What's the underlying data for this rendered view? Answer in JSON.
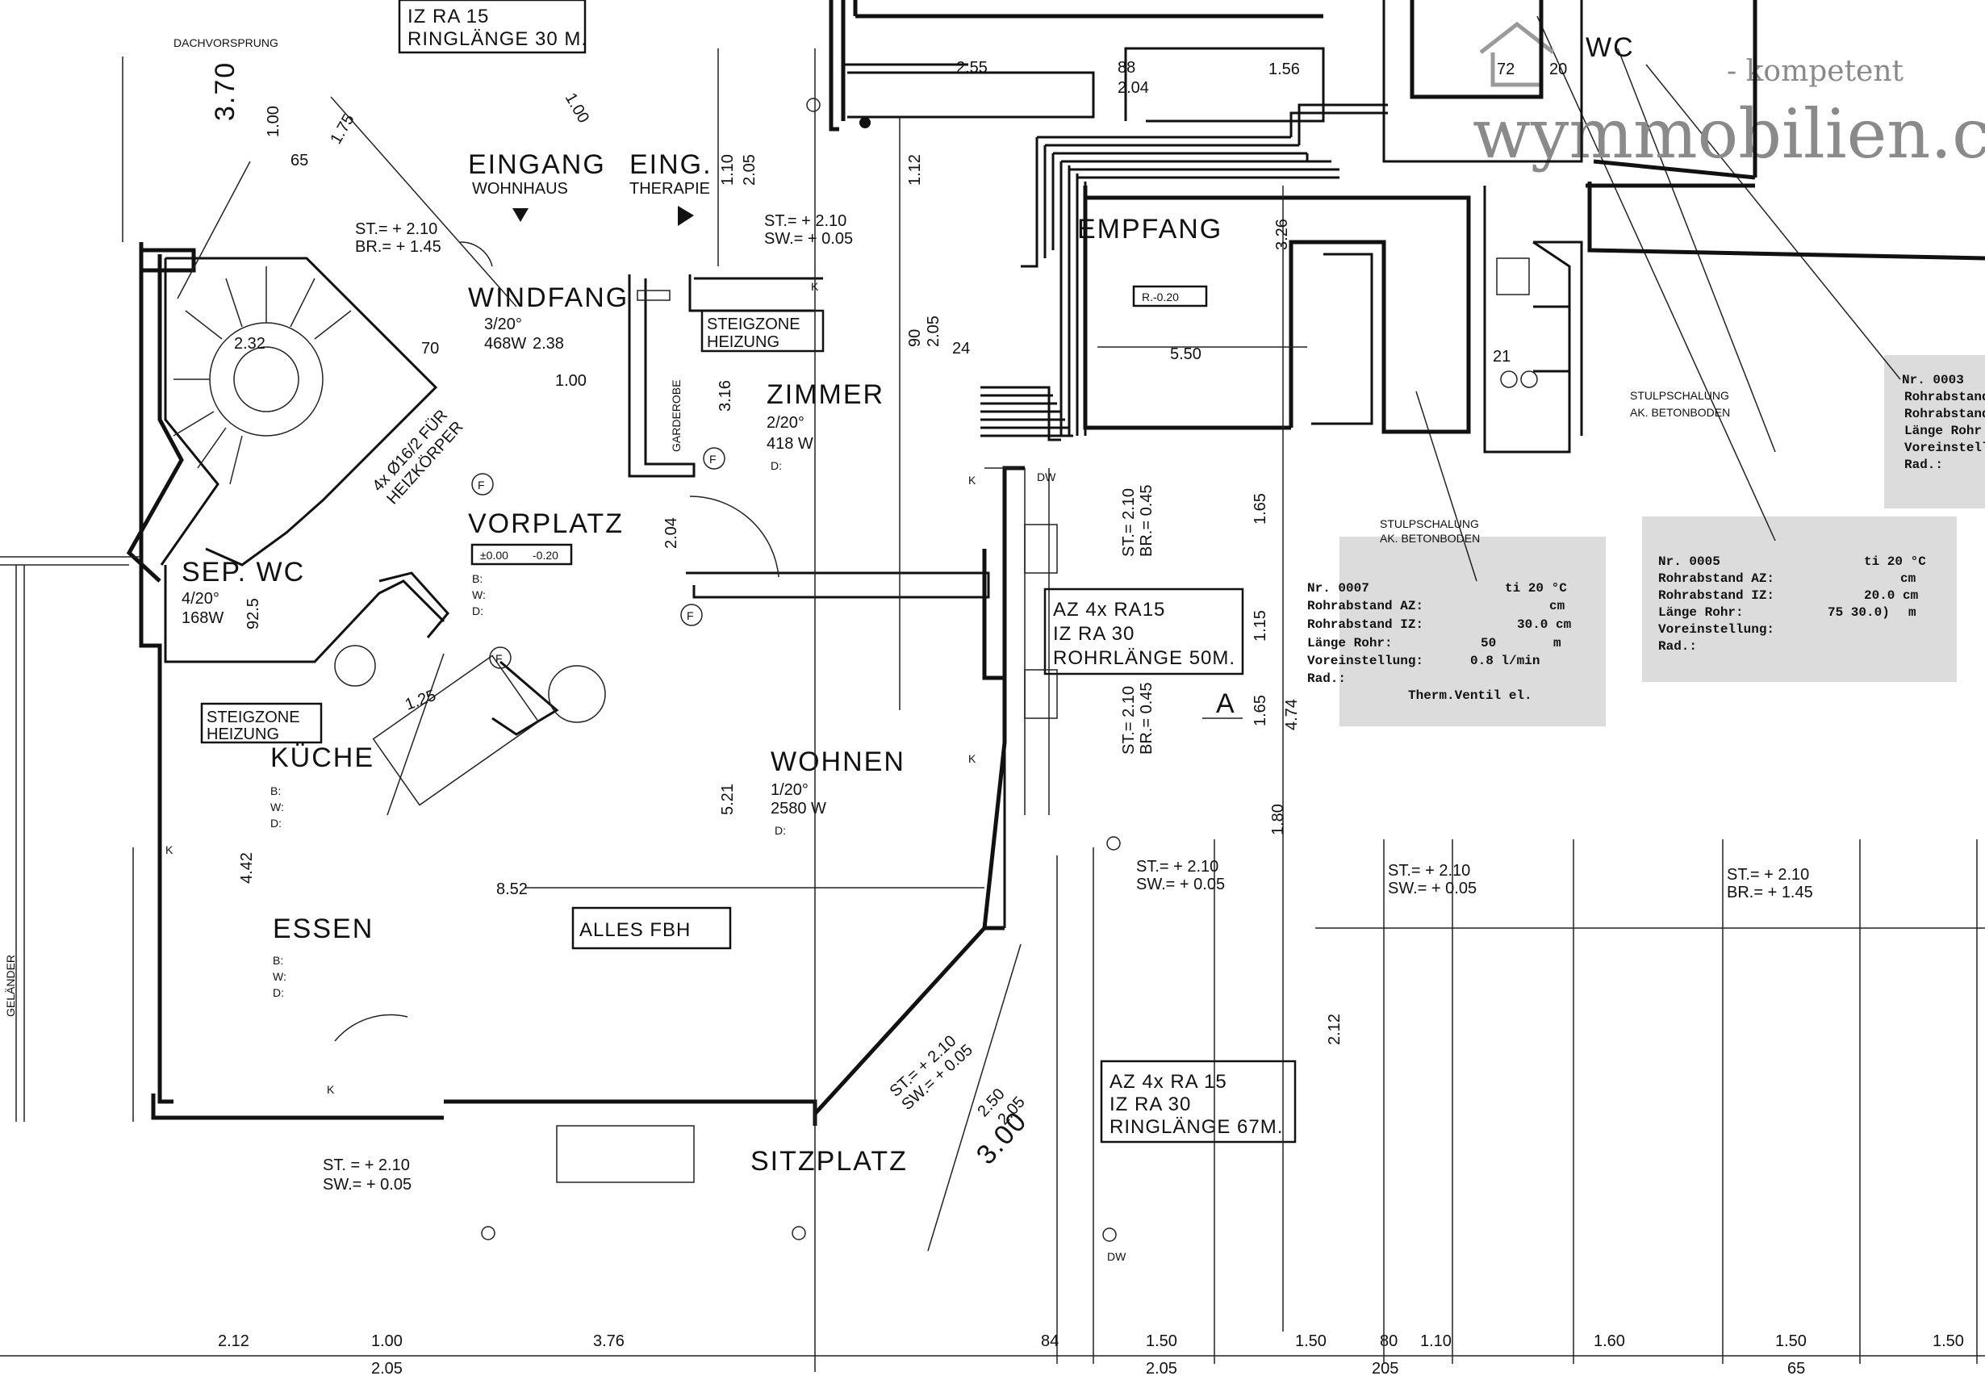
{
  "watermark": {
    "tagline": "- kompetent",
    "site": "wymmobilien.ch"
  },
  "rooms": {
    "eingang_wohnhaus": "EINGANG",
    "eingang_wohnhaus_sub": "WOHNHAUS",
    "eingang_therapie": "EING.",
    "eingang_therapie_sub": "THERAPIE",
    "windfang": "WINDFANG",
    "windfang_spec": "3/20°",
    "windfang_watt": "468W",
    "zimmer": "ZIMMER",
    "zimmer_spec": "2/20°",
    "zimmer_watt": "418 W",
    "vorplatz": "VORPLATZ",
    "vorplatz_level_a": "±0.00",
    "vorplatz_level_b": "-0.20",
    "sep_wc": "SEP. WC",
    "sep_wc_spec": "4/20°",
    "sep_wc_watt": "168W",
    "kueche": "KÜCHE",
    "wohnen": "WOHNEN",
    "wohnen_spec": "1/20°",
    "wohnen_watt": "2580 W",
    "essen": "ESSEN",
    "empfang": "EMPFANG",
    "empfang_level": "R.-0.20",
    "sitzplatz": "SITZPLATZ",
    "wc_top": "WC",
    "garderobe": "GARDEROBE",
    "gelaender": "GELÄNDER",
    "dachvorsprung": "DACHVORSPRUNG"
  },
  "bdw": {
    "b": "B:",
    "w": "W:",
    "d": "D:"
  },
  "boxes": {
    "top_ring": [
      "IZ RA 15",
      "RINGLÄNGE 30 M."
    ],
    "steigzone_1": [
      "STEIGZONE",
      "HEIZUNG"
    ],
    "steigzone_2": [
      "STEIGZONE",
      "HEIZUNG"
    ],
    "az_mid": [
      "AZ 4x RA15",
      "IZ RA 30",
      "ROHRLÄNGE 50M."
    ],
    "alles_fbh": "ALLES FBH",
    "az_bottom": [
      "AZ 4x RA 15",
      "IZ RA 30",
      "RINGLÄNGE 67M."
    ],
    "heizkoerper": [
      "4x Ø16/2 FÜR",
      "HEIZKÖRPER"
    ]
  },
  "notes": {
    "st_br_top": [
      "ST.= + 2.10",
      "BR.= + 1.45"
    ],
    "st_sw_entry": [
      "ST.= + 2.10",
      "SW.= + 0.05"
    ],
    "st_br_045_a": [
      "ST.= 2.10",
      "BR.= 0.45"
    ],
    "st_br_045_b": [
      "ST.= 2.10",
      "BR.= 0.45"
    ],
    "st_sw_right1": [
      "ST.= + 2.10",
      "SW.= + 0.05"
    ],
    "st_sw_right2": [
      "ST.= + 2.10",
      "SW.= + 0.05"
    ],
    "st_br_right3": [
      "ST.= + 2.10",
      "BR.= + 1.45"
    ],
    "st_sw_diag": [
      "ST.= + 2.10",
      "SW.= + 0.05"
    ],
    "st_sw_bottom": [
      "ST. = + 2.10",
      "SW.= + 0.05"
    ],
    "stulpschalung": [
      "STULPSCHALUNG",
      "AK. BETONBODEN"
    ],
    "stulpschalung_2": [
      "STULPSCHALUNG",
      "AK. BETONBODEN"
    ]
  },
  "dims": {
    "d370": "3.70",
    "d100a": "1.00",
    "d65a": "65",
    "d175": "1.75",
    "d100b": "1.00",
    "d255": "2.55",
    "d88": "88",
    "d204": "2.04",
    "d156": "1.56",
    "d72": "72",
    "d20": "20",
    "d110": "1.10",
    "d205a": "2.05",
    "d112": "1.12",
    "d326": "3.26",
    "d550": "5.50",
    "d90": "90",
    "d205b": "2.05",
    "d24a": "24",
    "d232": "2.32",
    "d238": "2.38",
    "d100c": "1.00",
    "d316": "3.16",
    "d204b": "2.04",
    "d165a": "1.65",
    "d115": "1.15",
    "d165b": "1.65",
    "d474": "4.74",
    "d180": "1.80",
    "d212": "2.12",
    "d521": "5.21",
    "d442": "4.42",
    "d852": "8.52",
    "d125": "1.25",
    "d300": "3.00",
    "d250": "2.50",
    "d205c": "2.05",
    "d925": "92.5",
    "d70": "70",
    "d21": "21",
    "bottom": [
      "2.12",
      "1.00",
      "3.76",
      "84",
      "1.50",
      "1.50",
      "80",
      "1.10",
      "1.60",
      "1.50",
      "1.50"
    ],
    "bottom2": [
      "2.05",
      "2.05",
      "205",
      "65"
    ]
  },
  "cards": {
    "nr0003": [
      "Nr. 0003",
      "Rohrabstand AZ",
      "Rohrabstand IZ",
      "Länge Rohr",
      "Voreinstellung",
      "Rad.:"
    ],
    "nr0007": [
      "Nr. 0007",
      "Rohrabstand AZ:",
      "Rohrabstand IZ:",
      "Länge Rohr:",
      "Voreinstellung:",
      "Rad.:",
      "Therm.Ventil el."
    ],
    "nr0007_vals": [
      "ti 20 °C",
      "cm",
      "30.0 cm",
      "50",
      "m",
      "0.8 l/min"
    ],
    "nr0005": [
      "Nr. 0005",
      "Rohrabstand AZ:",
      "Rohrabstand IZ:",
      "Länge Rohr:",
      "Voreinstellung:",
      "Rad.:"
    ],
    "nr0005_vals": [
      "ti 20 °C",
      "cm",
      "20.0 cm",
      "75 30.0)",
      "m"
    ]
  },
  "markers": {
    "section_a": "A",
    "f": "F",
    "k": "K",
    "dw": "DW"
  }
}
